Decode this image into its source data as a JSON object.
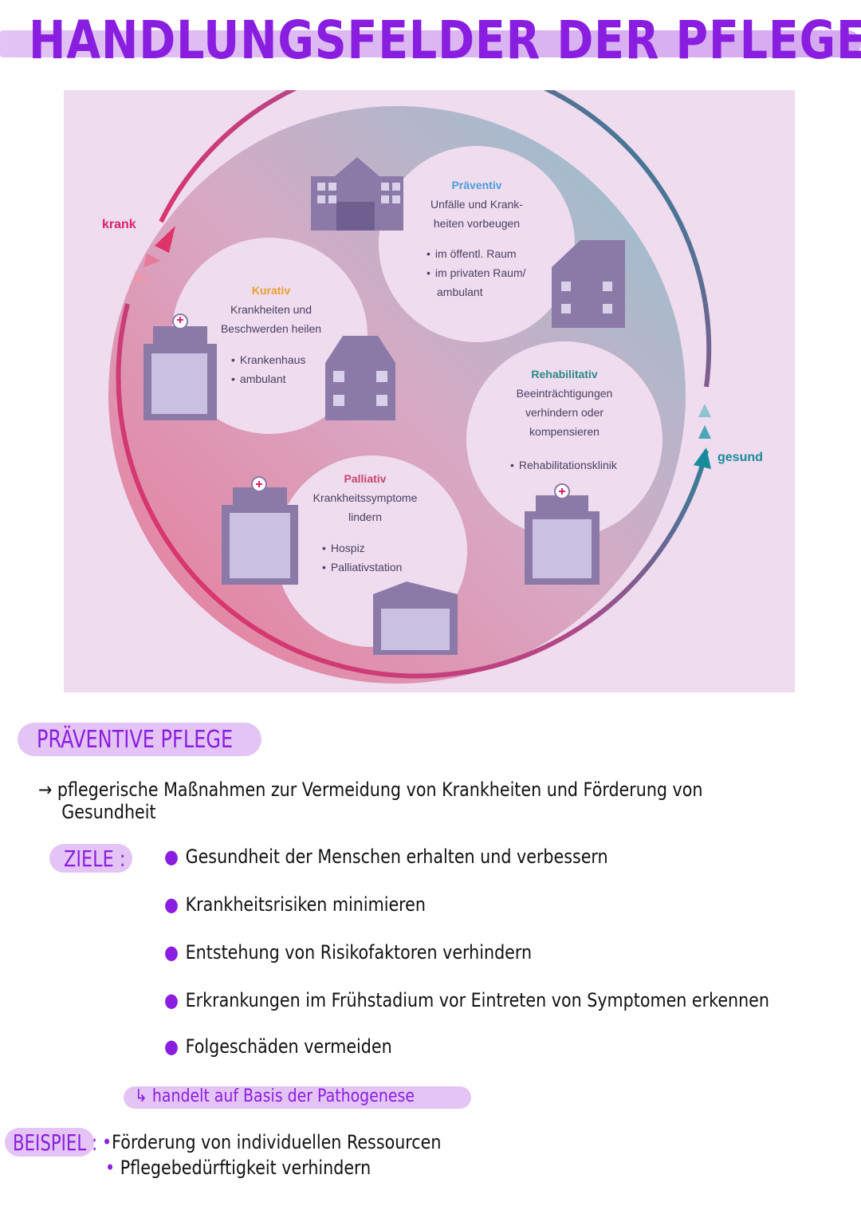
{
  "title": "HANDLUNGSFELDER DER PFLEGE",
  "diagram": {
    "label_krank": "krank",
    "label_gesund": "gesund",
    "praeventiv": {
      "heading": "Präventiv",
      "line1": "Unfälle und Krank-",
      "line2": "heiten vorbeugen",
      "bullets": [
        "im öffentl. Raum",
        "im privaten Raum/",
        "ambulant"
      ]
    },
    "kurativ": {
      "heading": "Kurativ",
      "line1": "Krankheiten und",
      "line2": "Beschwerden heilen",
      "bullets": [
        "Krankenhaus",
        "ambulant"
      ]
    },
    "rehabilitativ": {
      "heading": "Rehabilitativ",
      "line1": "Beeinträchtigungen",
      "line2": "verhindern oder",
      "line3": "kompensieren",
      "bullets": [
        "Rehabilitationsklinik"
      ]
    },
    "palliativ": {
      "heading": "Palliativ",
      "line1": "Krankheitssymptome",
      "line2": "lindern",
      "bullets": [
        "Hospiz",
        "Palliativstation"
      ]
    },
    "colors": {
      "kurativ": "#e8a030",
      "praeventiv": "#4a9fd8",
      "rehabilitativ": "#2d8a8a",
      "palliativ": "#c8456e"
    }
  },
  "section": {
    "heading": "PRÄVENTIVE PFLEGE",
    "definition_line1": "→ pflegerische Maßnahmen zur Vermeidung von Krankheiten und Förderung von",
    "definition_line2": "Gesundheit",
    "ziele_label": "ZIELE :",
    "goals": [
      "Gesundheit der Menschen erhalten und verbessern",
      "Krankheitsrisiken minimieren",
      "Entstehung von Risikofaktoren verhindern",
      "Erkrankungen im Frühstadium vor Eintreten von Symptomen erkennen",
      "Folgeschäden vermeiden"
    ],
    "pathogenese_note": "↳ handelt auf Basis der Pathogenese",
    "beispiel_label": "BEISPIEL :",
    "beispiel_items": [
      "Förderung von individuellen Ressourcen",
      "Pflegebedürftigkeit verhindern"
    ]
  }
}
